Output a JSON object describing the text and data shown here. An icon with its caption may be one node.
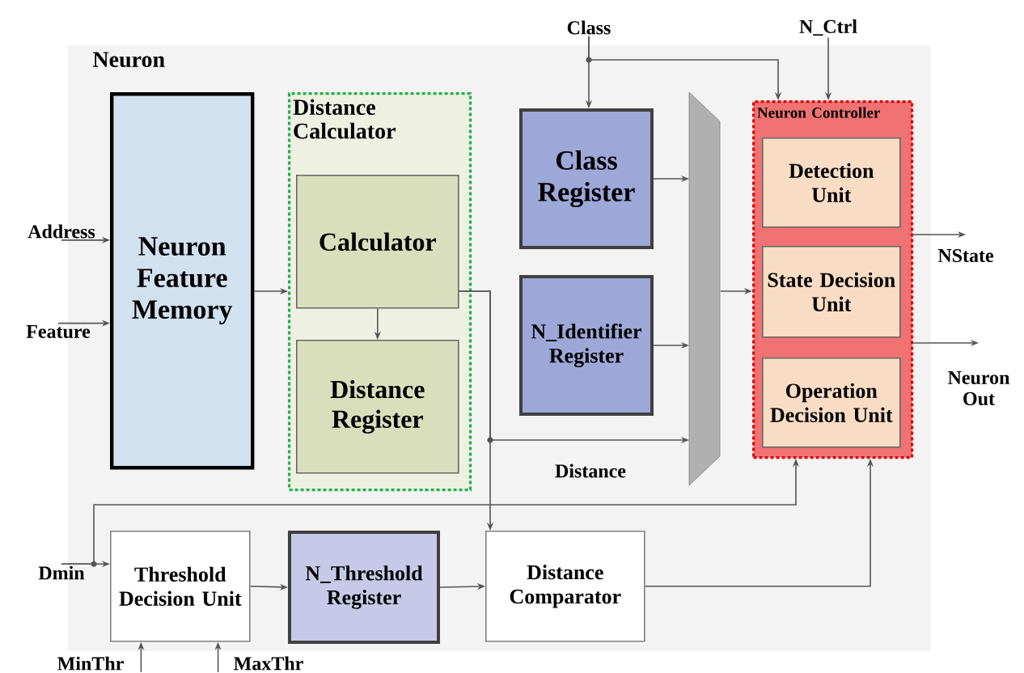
{
  "diagram": {
    "nodes": [
      {
        "text": [
          "Neuron"
        ]
      },
      {
        "text": [
          "Neuron Feature Memory"
        ],
        "in": 0
      },
      {
        "text": [
          "Distance Calculator"
        ],
        "in": 0
      },
      {
        "text": [
          "Calculator"
        ],
        "in": 2
      },
      {
        "text": [
          "Distance Register"
        ],
        "in": 2
      },
      {
        "text": [
          "Class Register"
        ],
        "in": 0
      },
      {
        "text": [
          "N_Identifier Register"
        ],
        "in": 0
      },
      {
        "text": [],
        "shape": "trapezoid",
        "in": 0
      },
      {
        "text": [
          "Neuron Controller"
        ],
        "in": 0
      },
      {
        "text": [
          "Detection Unit"
        ],
        "in": 8
      },
      {
        "text": [
          "State Decision Unit"
        ],
        "in": 8
      },
      {
        "text": [
          "Operation Decision Unit"
        ],
        "in": 8
      },
      {
        "text": [
          "Threshold Decision Unit"
        ],
        "in": 0
      },
      {
        "text": [
          "N_Threshold Register"
        ],
        "in": 0
      },
      {
        "text": [
          "Distance Comparator"
        ],
        "in": 0
      },
      {
        "text": [
          "Address"
        ]
      },
      {
        "text": [
          "Feature"
        ]
      },
      {
        "text": [
          "Class"
        ]
      },
      {
        "text": [
          "N_Ctrl"
        ]
      },
      {
        "text": [
          "NState"
        ]
      },
      {
        "text": [
          "Neuron Out"
        ]
      },
      {
        "text": [
          "Dmin"
        ]
      },
      {
        "text": [
          "MinThr"
        ]
      },
      {
        "text": [
          "MaxThr"
        ]
      }
    ],
    "edges": [
      {
        "from": 15,
        "to": 1,
        "arrow": "to"
      },
      {
        "from": 16,
        "to": 1,
        "arrow": "to"
      },
      {
        "from": 1,
        "to": 2,
        "arrow": "to"
      },
      {
        "from": 3,
        "to": 4,
        "arrow": "to"
      },
      {
        "from": 17,
        "to": 5,
        "arrow": "to"
      },
      {
        "from": 17,
        "to": 8,
        "arrow": "to"
      },
      {
        "from": 18,
        "to": 8,
        "arrow": "to"
      },
      {
        "from": 5,
        "to": 7,
        "arrow": "to"
      },
      {
        "from": 6,
        "to": 7,
        "arrow": "to"
      },
      {
        "from": 3,
        "to": 7,
        "arrow": "to",
        "label": "Distance"
      },
      {
        "from": 3,
        "to": 14,
        "arrow": "to"
      },
      {
        "from": 7,
        "to": 8,
        "arrow": "to"
      },
      {
        "from": 8,
        "to": 19,
        "arrow": "to"
      },
      {
        "from": 8,
        "to": 20,
        "arrow": "to"
      },
      {
        "from": 14,
        "to": 8,
        "arrow": "to"
      },
      {
        "from": 21,
        "to": 12,
        "arrow": "to"
      },
      {
        "from": 21,
        "to": 8,
        "arrow": "to"
      },
      {
        "from": 12,
        "to": 13,
        "arrow": "to"
      },
      {
        "from": 13,
        "to": 14,
        "arrow": "to"
      },
      {
        "from": 22,
        "to": 12,
        "arrow": "to"
      },
      {
        "from": 23,
        "to": 12,
        "arrow": "to"
      }
    ]
  }
}
